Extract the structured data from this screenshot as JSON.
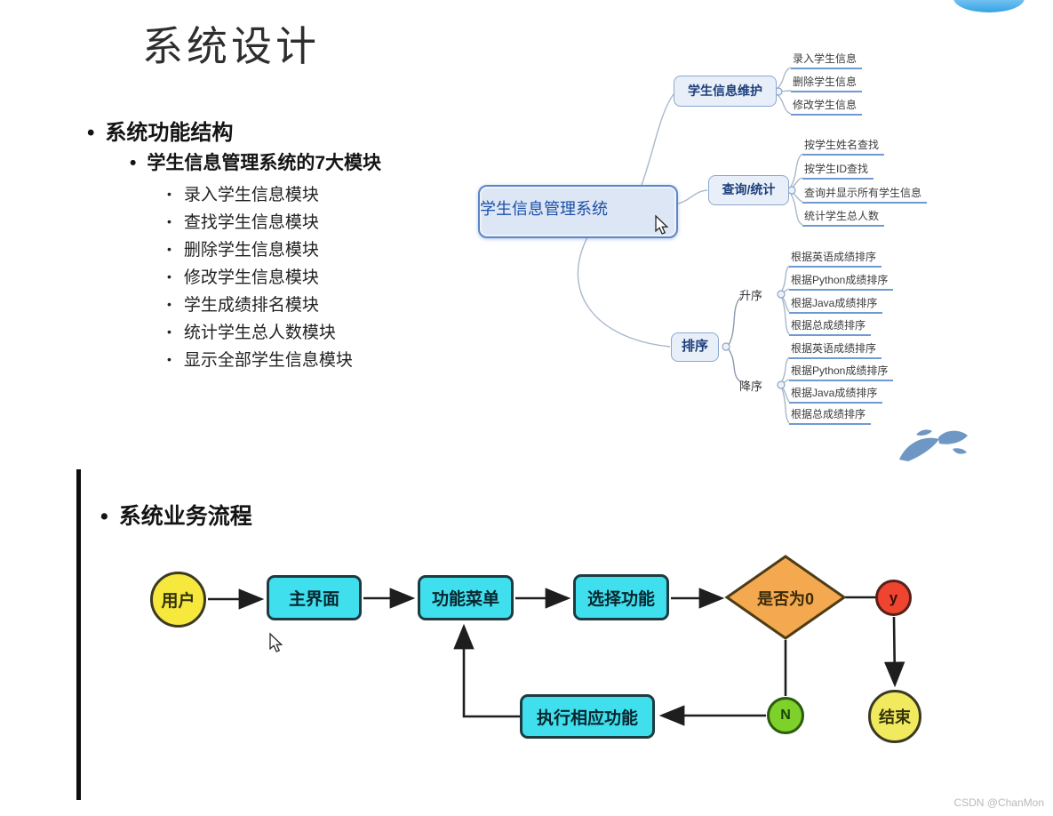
{
  "watermark": "CSDN @ChanMon",
  "slide_top": {
    "title": "系统设计",
    "bullet_char": "•",
    "section": "系统功能结构",
    "subsection": "学生信息管理系统的7大模块",
    "modules": [
      "录入学生信息模块",
      "查找学生信息模块",
      "删除学生信息模块",
      "修改学生信息模块",
      "学生成绩排名模块",
      "统计学生总人数模块",
      "显示全部学生信息模块"
    ]
  },
  "mindmap": {
    "root": "学生信息管理系统",
    "branch_maintain": {
      "label": "学生信息维护",
      "leaves": [
        "录入学生信息",
        "删除学生信息",
        "修改学生信息"
      ]
    },
    "branch_query": {
      "label": "查询/统计",
      "leaves": [
        "按学生姓名查找",
        "按学生ID查找",
        "查询并显示所有学生信息",
        "统计学生总人数"
      ]
    },
    "branch_sort": {
      "label": "排序",
      "asc_label": "升序",
      "desc_label": "降序",
      "asc_leaves": [
        "根据英语成绩排序",
        "根据Python成绩排序",
        "根据Java成绩排序",
        "根据总成绩排序"
      ],
      "desc_leaves": [
        "根据英语成绩排序",
        "根据Python成绩排序",
        "根据Java成绩排序",
        "根据总成绩排序"
      ]
    }
  },
  "slide_bottom": {
    "heading": "系统业务流程",
    "flow": {
      "start": "用户",
      "main_ui": "主界面",
      "menu": "功能菜单",
      "select": "选择功能",
      "decision": "是否为0",
      "yes": "y",
      "no": "N",
      "execute": "执行相应功能",
      "end": "结束"
    }
  },
  "colors": {
    "flow_box_fill": "#3fdfee",
    "flow_start_fill": "#f7e83e",
    "flow_end_fill": "#f2ea5e",
    "flow_yes_fill": "#ee4430",
    "flow_no_fill": "#7ed02a",
    "flow_decision_fill": "#f4a950",
    "mindmap_node_fill": "#e9eff8",
    "mindmap_node_border": "#89a7d3",
    "mindmap_root_border": "#5b87c8",
    "mindmap_leaf_underline": "#6f9ad2",
    "arrow_color": "#222222"
  }
}
